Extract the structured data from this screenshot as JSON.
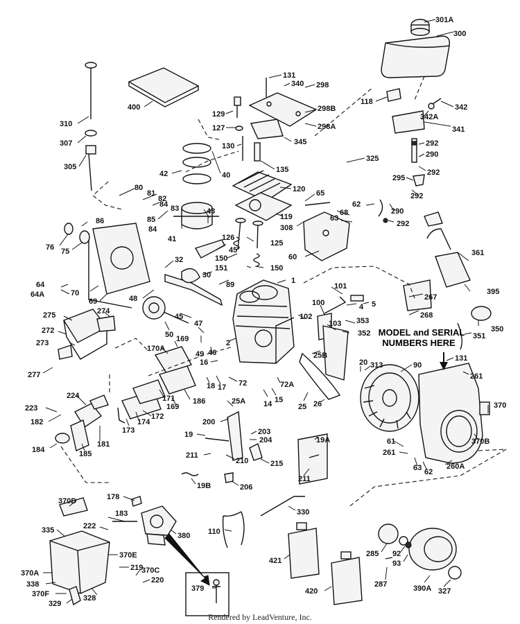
{
  "note_line1": "MODEL and SERIAL",
  "note_line2": "NUMBERS HERE",
  "credit": "Rendered by LeadVenture, Inc.",
  "labels": [
    {
      "id": "301A",
      "text": "301A"
    },
    {
      "id": "300",
      "text": "300"
    },
    {
      "id": "118",
      "text": "118"
    },
    {
      "id": "342",
      "text": "342"
    },
    {
      "id": "342A",
      "text": "342A"
    },
    {
      "id": "341",
      "text": "341"
    },
    {
      "id": "292a",
      "text": "292"
    },
    {
      "id": "290a",
      "text": "290"
    },
    {
      "id": "292b",
      "text": "292"
    },
    {
      "id": "295",
      "text": "295"
    },
    {
      "id": "292c",
      "text": "292"
    },
    {
      "id": "290b",
      "text": "290"
    },
    {
      "id": "292d",
      "text": "292"
    },
    {
      "id": "310",
      "text": "310"
    },
    {
      "id": "307",
      "text": "307"
    },
    {
      "id": "305",
      "text": "305"
    },
    {
      "id": "400",
      "text": "400"
    },
    {
      "id": "131a",
      "text": "131"
    },
    {
      "id": "340",
      "text": "340"
    },
    {
      "id": "298",
      "text": "298"
    },
    {
      "id": "298B",
      "text": "298B"
    },
    {
      "id": "298A",
      "text": "298A"
    },
    {
      "id": "129",
      "text": "129"
    },
    {
      "id": "127",
      "text": "127"
    },
    {
      "id": "345",
      "text": "345"
    },
    {
      "id": "130",
      "text": "130"
    },
    {
      "id": "135",
      "text": "135"
    },
    {
      "id": "325",
      "text": "325"
    },
    {
      "id": "42",
      "text": "42"
    },
    {
      "id": "40",
      "text": "40"
    },
    {
      "id": "120",
      "text": "120"
    },
    {
      "id": "65",
      "text": "65"
    },
    {
      "id": "80",
      "text": "80"
    },
    {
      "id": "81",
      "text": "81"
    },
    {
      "id": "82",
      "text": "82"
    },
    {
      "id": "84a",
      "text": "84"
    },
    {
      "id": "83",
      "text": "83"
    },
    {
      "id": "43",
      "text": "43"
    },
    {
      "id": "85",
      "text": "85"
    },
    {
      "id": "84b",
      "text": "84"
    },
    {
      "id": "41",
      "text": "41"
    },
    {
      "id": "119",
      "text": "119"
    },
    {
      "id": "62a",
      "text": "62"
    },
    {
      "id": "68",
      "text": "68"
    },
    {
      "id": "63a",
      "text": "63"
    },
    {
      "id": "308",
      "text": "308"
    },
    {
      "id": "86",
      "text": "86"
    },
    {
      "id": "126",
      "text": "126"
    },
    {
      "id": "125",
      "text": "125"
    },
    {
      "id": "76",
      "text": "76"
    },
    {
      "id": "75",
      "text": "75"
    },
    {
      "id": "45a",
      "text": "45"
    },
    {
      "id": "60",
      "text": "60"
    },
    {
      "id": "361",
      "text": "361"
    },
    {
      "id": "32",
      "text": "32"
    },
    {
      "id": "150a",
      "text": "150"
    },
    {
      "id": "151",
      "text": "151"
    },
    {
      "id": "150b",
      "text": "150"
    },
    {
      "id": "30",
      "text": "30"
    },
    {
      "id": "64",
      "text": "64"
    },
    {
      "id": "64A",
      "text": "64A"
    },
    {
      "id": "1",
      "text": "1"
    },
    {
      "id": "89",
      "text": "89"
    },
    {
      "id": "101",
      "text": "101"
    },
    {
      "id": "70",
      "text": "70"
    },
    {
      "id": "69",
      "text": "69"
    },
    {
      "id": "48",
      "text": "48"
    },
    {
      "id": "395",
      "text": "395"
    },
    {
      "id": "4",
      "text": "4"
    },
    {
      "id": "5",
      "text": "5"
    },
    {
      "id": "267",
      "text": "267"
    },
    {
      "id": "275",
      "text": "275"
    },
    {
      "id": "274",
      "text": "274"
    },
    {
      "id": "100",
      "text": "100"
    },
    {
      "id": "268",
      "text": "268"
    },
    {
      "id": "350",
      "text": "350"
    },
    {
      "id": "45b",
      "text": "45"
    },
    {
      "id": "102",
      "text": "102"
    },
    {
      "id": "103",
      "text": "103"
    },
    {
      "id": "353",
      "text": "353"
    },
    {
      "id": "352",
      "text": "352"
    },
    {
      "id": "272",
      "text": "272"
    },
    {
      "id": "50",
      "text": "50"
    },
    {
      "id": "351",
      "text": "351"
    },
    {
      "id": "273",
      "text": "273"
    },
    {
      "id": "169a",
      "text": "169"
    },
    {
      "id": "170A",
      "text": "170A"
    },
    {
      "id": "47",
      "text": "47"
    },
    {
      "id": "2",
      "text": "2"
    },
    {
      "id": "49",
      "text": "49"
    },
    {
      "id": "46",
      "text": "46"
    },
    {
      "id": "25B",
      "text": "25B"
    },
    {
      "id": "131b",
      "text": "131"
    },
    {
      "id": "261a",
      "text": "261"
    },
    {
      "id": "277",
      "text": "277"
    },
    {
      "id": "16",
      "text": "16"
    },
    {
      "id": "20",
      "text": "20"
    },
    {
      "id": "313",
      "text": "313"
    },
    {
      "id": "90",
      "text": "90"
    },
    {
      "id": "224",
      "text": "224"
    },
    {
      "id": "171",
      "text": "171"
    },
    {
      "id": "169b",
      "text": "169"
    },
    {
      "id": "186",
      "text": "186"
    },
    {
      "id": "18",
      "text": "18"
    },
    {
      "id": "17",
      "text": "17"
    },
    {
      "id": "72",
      "text": "72"
    },
    {
      "id": "72A",
      "text": "72A"
    },
    {
      "id": "14",
      "text": "14"
    },
    {
      "id": "15",
      "text": "15"
    },
    {
      "id": "25",
      "text": "25"
    },
    {
      "id": "26",
      "text": "26"
    },
    {
      "id": "370",
      "text": "370"
    },
    {
      "id": "223",
      "text": "223"
    },
    {
      "id": "182",
      "text": "182"
    },
    {
      "id": "172",
      "text": "172"
    },
    {
      "id": "174",
      "text": "174"
    },
    {
      "id": "173",
      "text": "173"
    },
    {
      "id": "25A",
      "text": "25A"
    },
    {
      "id": "181",
      "text": "181"
    },
    {
      "id": "200",
      "text": "200"
    },
    {
      "id": "370B",
      "text": "370B"
    },
    {
      "id": "184",
      "text": "184"
    },
    {
      "id": "185",
      "text": "185"
    },
    {
      "id": "19",
      "text": "19"
    },
    {
      "id": "203",
      "text": "203"
    },
    {
      "id": "204",
      "text": "204"
    },
    {
      "id": "19A",
      "text": "19A"
    },
    {
      "id": "61",
      "text": "61"
    },
    {
      "id": "261b",
      "text": "261"
    },
    {
      "id": "211a",
      "text": "211"
    },
    {
      "id": "210",
      "text": "210"
    },
    {
      "id": "215",
      "text": "215"
    },
    {
      "id": "63b",
      "text": "63"
    },
    {
      "id": "62b",
      "text": "62"
    },
    {
      "id": "260A",
      "text": "260A"
    },
    {
      "id": "211b",
      "text": "211"
    },
    {
      "id": "19B",
      "text": "19B"
    },
    {
      "id": "206",
      "text": "206"
    },
    {
      "id": "178",
      "text": "178"
    },
    {
      "id": "370D",
      "text": "370D"
    },
    {
      "id": "183",
      "text": "183"
    },
    {
      "id": "330",
      "text": "330"
    },
    {
      "id": "222",
      "text": "222"
    },
    {
      "id": "110",
      "text": "110"
    },
    {
      "id": "380",
      "text": "380"
    },
    {
      "id": "335",
      "text": "335"
    },
    {
      "id": "285",
      "text": "285"
    },
    {
      "id": "92",
      "text": "92"
    },
    {
      "id": "421",
      "text": "421"
    },
    {
      "id": "370E",
      "text": "370E"
    },
    {
      "id": "93",
      "text": "93"
    },
    {
      "id": "370A",
      "text": "370A"
    },
    {
      "id": "219",
      "text": "219"
    },
    {
      "id": "370C",
      "text": "370C"
    },
    {
      "id": "338",
      "text": "338"
    },
    {
      "id": "220",
      "text": "220"
    },
    {
      "id": "287",
      "text": "287"
    },
    {
      "id": "370F",
      "text": "370F"
    },
    {
      "id": "379",
      "text": "379"
    },
    {
      "id": "420",
      "text": "420"
    },
    {
      "id": "390A",
      "text": "390A"
    },
    {
      "id": "327",
      "text": "327"
    },
    {
      "id": "328",
      "text": "328"
    },
    {
      "id": "329",
      "text": "329"
    }
  ]
}
